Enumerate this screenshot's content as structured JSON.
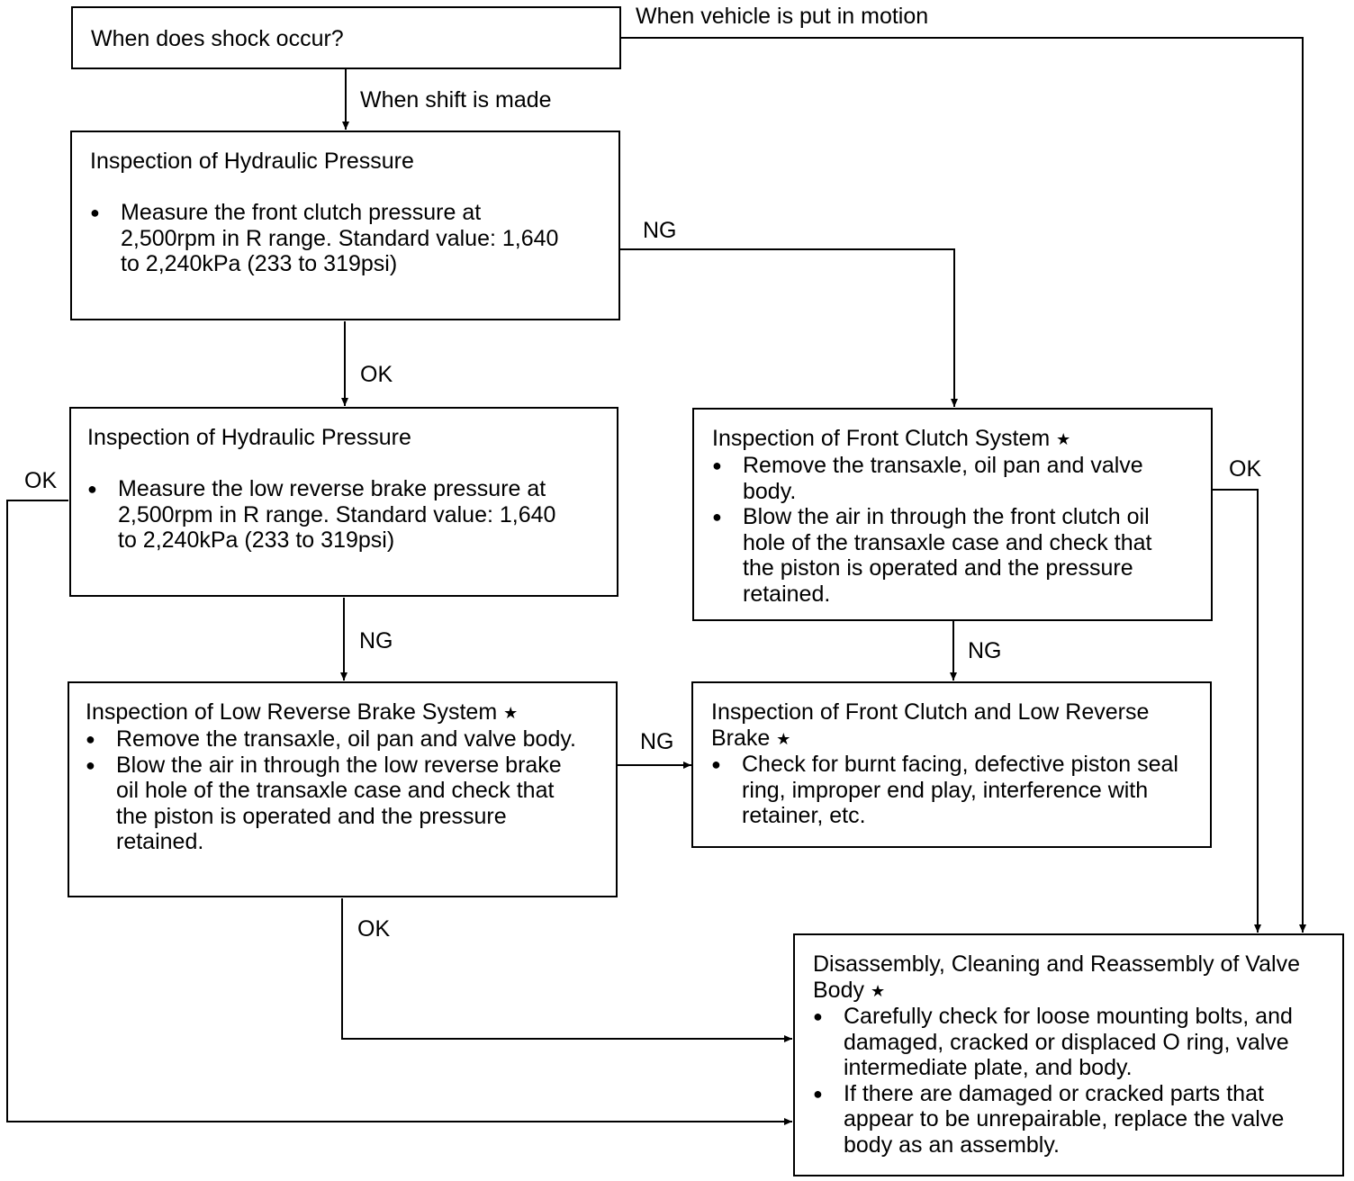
{
  "nodes": {
    "start": {
      "title": "When does shock occur?"
    },
    "hp_front": {
      "title": "Inspection of Hydraulic Pressure",
      "items": [
        "Measure the front clutch pressure at 2,500rpm in R range. Standard value: 1,640 to 2,240kPa (233 to 319psi)"
      ]
    },
    "hp_low": {
      "title": "Inspection of Hydraulic Pressure",
      "items": [
        "Measure the low reverse brake pressure at 2,500rpm in R range. Standard value: 1,640 to 2,240kPa (233 to 319psi)"
      ]
    },
    "front_clutch": {
      "title": "Inspection of Front Clutch System",
      "star": "★",
      "items": [
        "Remove the transaxle, oil pan and valve body.",
        "Blow the air in through the front clutch oil hole of the transaxle case and check that the piston is operated and the pressure retained."
      ]
    },
    "low_rev": {
      "title": "Inspection of Low Reverse Brake System",
      "star": "★",
      "items": [
        "Remove the transaxle, oil pan and valve body.",
        "Blow the air in through the low reverse brake oil hole of the transaxle case and check that the piston is operated and the pressure retained."
      ]
    },
    "fc_lrb": {
      "title": "Inspection of Front Clutch and Low Reverse Brake",
      "star": "★",
      "items": [
        "Check for burnt facing, defective piston seal ring, improper end play, interference with retainer, etc."
      ]
    },
    "valve_body": {
      "title": "Disassembly, Cleaning and Reassembly of Valve Body",
      "star": "★",
      "items": [
        "Carefully check for loose mounting bolts, and damaged, cracked or displaced O ring, valve intermediate plate, and body.",
        "If there are damaged or cracked parts that appear to be unrepairable, replace the valve body as an assembly."
      ]
    }
  },
  "edges": {
    "vehicle_motion": "When vehicle is put in motion",
    "shift_made": "When shift is made",
    "hp_front_ng": "NG",
    "hp_front_ok": "OK",
    "hp_low_ok": "OK",
    "hp_low_ng": "NG",
    "front_clutch_ok": "OK",
    "front_clutch_ng": "NG",
    "low_rev_ng": "NG",
    "low_rev_ok": "OK"
  }
}
